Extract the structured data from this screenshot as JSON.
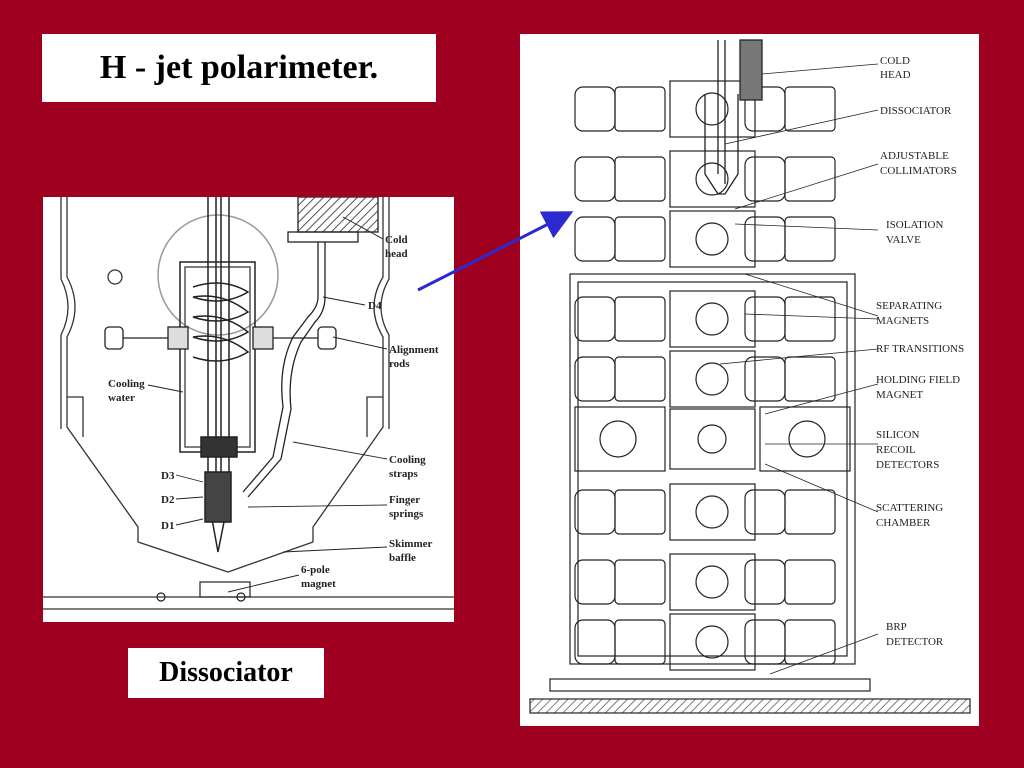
{
  "slide": {
    "title": "H - jet polarimeter.",
    "caption": "Dissociator"
  },
  "left_figure": {
    "labels": {
      "cold_head": [
        "Cold",
        "head"
      ],
      "d4": "D4",
      "alignment_rods": [
        "Alignment",
        "rods"
      ],
      "cooling_water": [
        "Cooling",
        "water"
      ],
      "cooling_straps": [
        "Cooling",
        "straps"
      ],
      "d3": "D3",
      "d2": "D2",
      "d1": "D1",
      "finger_springs": [
        "Finger",
        "springs"
      ],
      "skimmer_baffle": [
        "Skimmer",
        "baffle"
      ],
      "six_pole_magnet": [
        "6-pole",
        "magnet"
      ]
    }
  },
  "right_figure": {
    "labels": {
      "cold_head": [
        "COLD",
        "HEAD"
      ],
      "dissociator": "DISSOCIATOR",
      "adjustable_collimators": [
        "ADJUSTABLE",
        "COLLIMATORS"
      ],
      "isolation_valve": [
        "ISOLATION",
        "VALVE"
      ],
      "separating_magnets": [
        "SEPARATING",
        "MAGNETS"
      ],
      "rf_transitions": "RF TRANSITIONS",
      "holding_field_magnet": [
        "HOLDING FIELD",
        "MAGNET"
      ],
      "silicon_recoil_detectors": [
        "SILICON",
        "RECOIL",
        "DETECTORS"
      ],
      "scattering_chamber": [
        "SCATTERING",
        "CHAMBER"
      ],
      "brp_detector": [
        "BRP",
        "DETECTOR"
      ]
    }
  },
  "colors": {
    "background": "#a00020",
    "arrow": "#2a2ad0"
  }
}
